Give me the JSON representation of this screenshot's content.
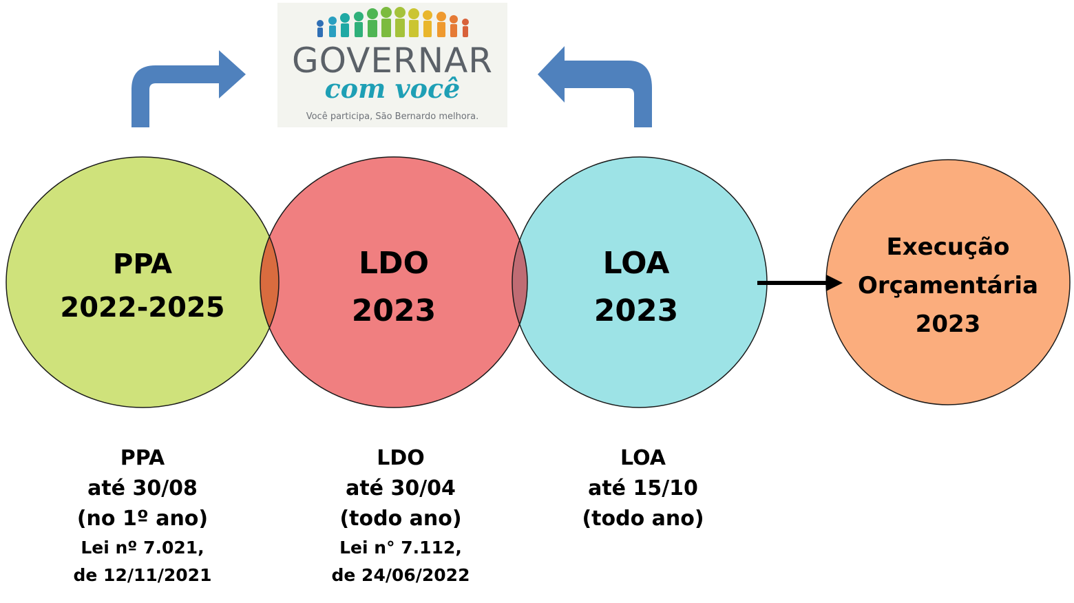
{
  "circles": {
    "ppa": {
      "line1": "PPA",
      "line2": "2022-2025",
      "color": "#cfe27b"
    },
    "ldo": {
      "line1": "LDO",
      "line2": "2023",
      "color": "#f07f80"
    },
    "loa": {
      "line1": "LOA",
      "line2": "2023",
      "color": "#9de3e6"
    },
    "exec": {
      "line1": "Execução",
      "line2": "Orçamentária",
      "line3": "2023",
      "color": "#fbad7d"
    }
  },
  "logo": {
    "main": "GOVERNAR",
    "sub": "com você",
    "tagline": "Você participa, São Bernardo melhora."
  },
  "notes": {
    "ppa": {
      "l1": "PPA",
      "l2": "até 30/08",
      "l3": "(no 1º ano)",
      "l4": "Lei nº 7.021,",
      "l5": "de 12/11/2021"
    },
    "ldo": {
      "l1": "LDO",
      "l2": "até 30/04",
      "l3": "(todo ano)",
      "l4": "Lei n° 7.112,",
      "l5": "de 24/06/2022"
    },
    "loa": {
      "l1": "LOA",
      "l2": "até 15/10",
      "l3": "(todo ano)"
    }
  },
  "colors": {
    "arrow_blue": "#4f81bd",
    "overlap_ppa_ldo": "#d96c3f",
    "overlap_ldo_loa": "#c06c74"
  }
}
